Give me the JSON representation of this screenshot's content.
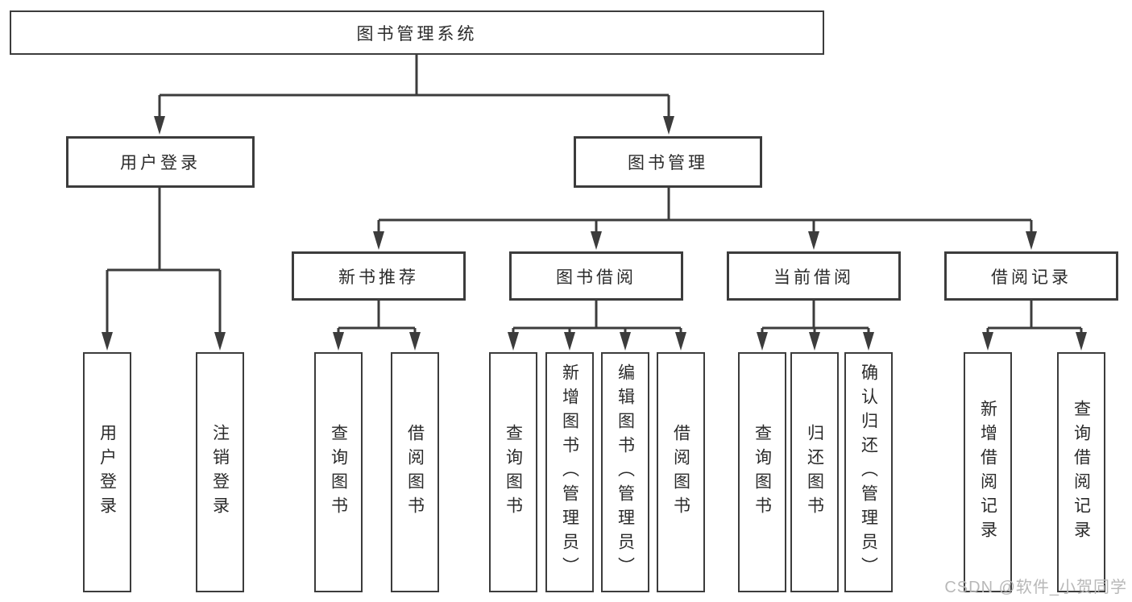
{
  "diagram": {
    "title": "图书管理系统",
    "children": [
      {
        "label": "用户登录",
        "children": [
          {
            "label": "用户登录"
          },
          {
            "label": "注销登录"
          }
        ]
      },
      {
        "label": "图书管理",
        "children": [
          {
            "label": "新书推荐",
            "children": [
              {
                "label": "查询图书"
              },
              {
                "label": "借阅图书"
              }
            ]
          },
          {
            "label": "图书借阅",
            "children": [
              {
                "label": "查询图书"
              },
              {
                "label": "新增图书（管理员）"
              },
              {
                "label": "编辑图书（管理员）"
              },
              {
                "label": "借阅图书"
              }
            ]
          },
          {
            "label": "当前借阅",
            "children": [
              {
                "label": "查询图书"
              },
              {
                "label": "归还图书"
              },
              {
                "label": "确认归还（管理员）"
              }
            ]
          },
          {
            "label": "借阅记录",
            "children": [
              {
                "label": "新增借阅记录"
              },
              {
                "label": "查询借阅记录"
              }
            ]
          }
        ]
      }
    ]
  },
  "watermark": "CSDN @软件_小贺同学",
  "colors": {
    "line": "#3c3c3c",
    "text": "#2b2b2b",
    "watermark": "#b8b8b8",
    "background": "#ffffff"
  }
}
